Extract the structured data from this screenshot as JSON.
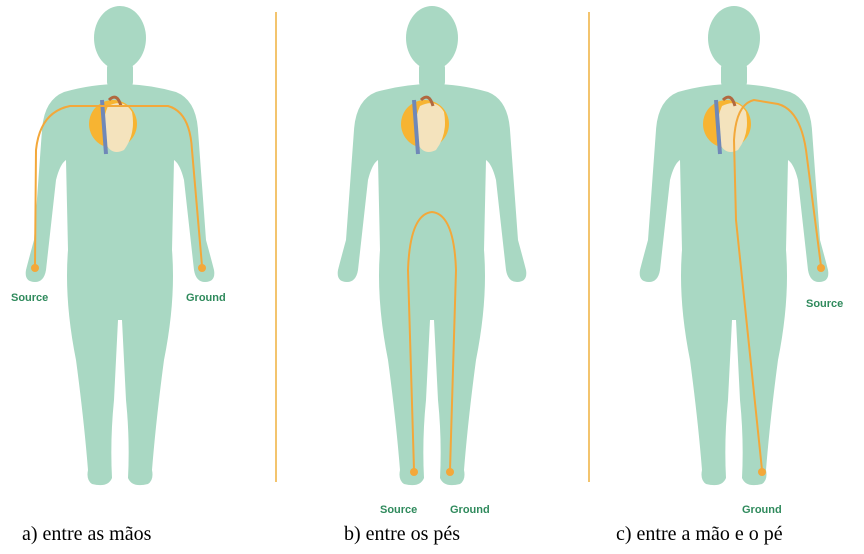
{
  "colors": {
    "body": "#a9d8c3",
    "current_path": "#f3a83a",
    "divider": "#f3c46e",
    "label_text": "#2f8a5c",
    "heart_glow": "#f7b432",
    "heart": "#f4e3bd"
  },
  "panels": [
    {
      "caption": "a) entre as mãos",
      "labels": {
        "left": "Source",
        "right": "Ground"
      }
    },
    {
      "caption": "b) entre os pés",
      "labels": {
        "left": "Source",
        "right": "Ground"
      }
    },
    {
      "caption": "c) entre a mão e o pé",
      "labels": {
        "hand": "Source",
        "foot": "Ground"
      }
    }
  ]
}
